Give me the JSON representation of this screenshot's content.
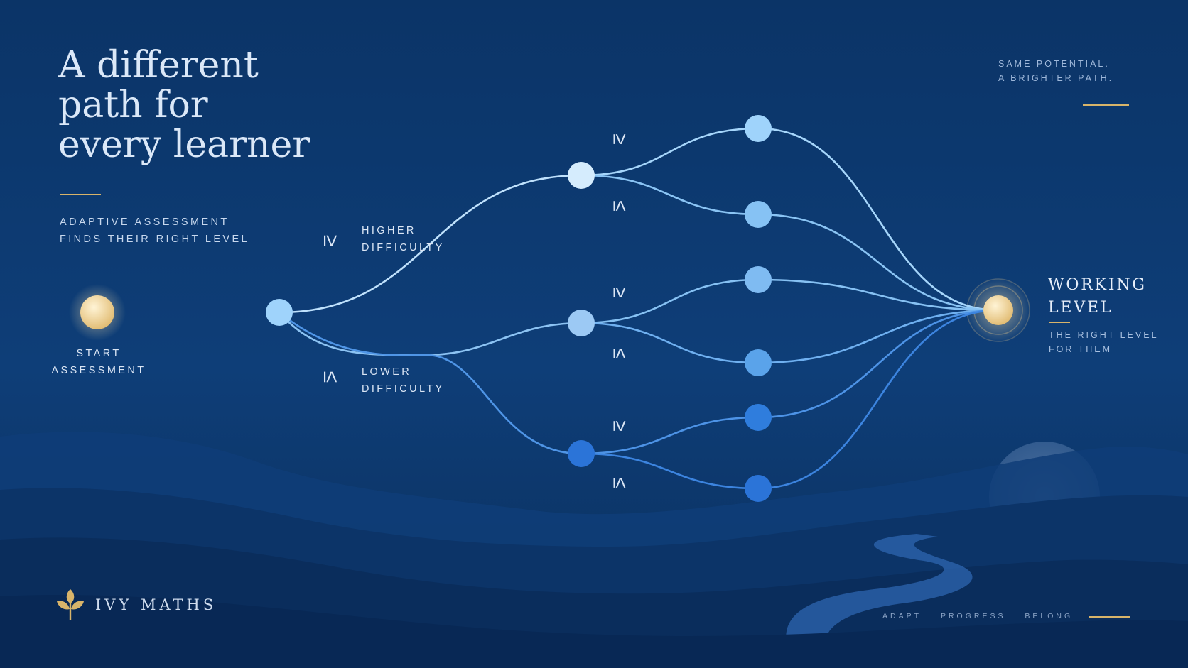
{
  "title": {
    "lines": [
      "A different",
      "path for",
      "every learner"
    ]
  },
  "subtitle": {
    "lines": [
      "ADAPTIVE ASSESSMENT",
      "FINDS THEIR RIGHT LEVEL"
    ]
  },
  "tagline": {
    "lines": [
      "SAME POTENTIAL.",
      "A BRIGHTER PATH."
    ]
  },
  "start_node": {
    "lines": [
      "START",
      "ASSESSMENT"
    ]
  },
  "branch_labels": {
    "higher": {
      "symbol": "≥",
      "lines": [
        "HIGHER",
        "DIFFICULTY"
      ]
    },
    "lower": {
      "symbol": "≤",
      "lines": [
        "LOWER",
        "DIFFICULTY"
      ]
    }
  },
  "symbols": {
    "geq": "≥",
    "leq": "≤"
  },
  "working_level": {
    "title_lines": [
      "WORKING",
      "LEVEL"
    ],
    "caption_lines": [
      "THE RIGHT LEVEL",
      "FOR THEM"
    ]
  },
  "brand": {
    "name": "IVY MATHS",
    "icon": "ivy-leaf-icon"
  },
  "footer": {
    "words": [
      "ADAPT",
      "PROGRESS",
      "BELONG"
    ]
  },
  "colors": {
    "background": "#0a3266",
    "accent_gold": "#d8b46a",
    "node_light": "#9fd3fb",
    "node_mid": "#5aa3ea",
    "node_dark": "#2b74d8",
    "text": "#dbe8f8"
  }
}
